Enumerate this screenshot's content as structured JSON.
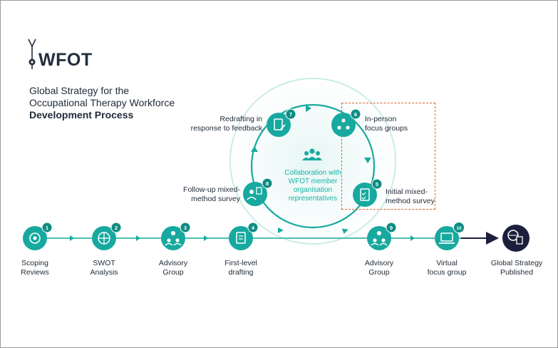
{
  "logo": {
    "text": "WFOT"
  },
  "title": {
    "line1": "Global Strategy for the",
    "line2": "Occupational Therapy Workforce",
    "line3": "Development Process"
  },
  "center": {
    "line1": "Collaboration with",
    "line2": "WFOT member",
    "line3": "organisation",
    "line4": "representatives"
  },
  "steps": [
    {
      "num": "1",
      "line1": "Scoping",
      "line2": "Reviews",
      "icon": "target-icon"
    },
    {
      "num": "2",
      "line1": "SWOT",
      "line2": "Analysis",
      "icon": "grid-icon"
    },
    {
      "num": "3",
      "line1": "Advisory",
      "line2": "Group",
      "icon": "people-icon"
    },
    {
      "num": "4",
      "line1": "First-level",
      "line2": "drafting",
      "icon": "document-icon"
    },
    {
      "num": "5",
      "line1": "Initial mixed-",
      "line2": "method survey",
      "icon": "clipboard-icon"
    },
    {
      "num": "6",
      "line1": "In-person",
      "line2": "focus groups",
      "icon": "group-icon"
    },
    {
      "num": "7",
      "line1": "Redrafting in",
      "line2": "response to feedback",
      "icon": "edit-document-icon"
    },
    {
      "num": "8",
      "line1": "Follow-up mixed-",
      "line2": "method survey",
      "icon": "survey-icon"
    },
    {
      "num": "9",
      "line1": "Advisory",
      "line2": "Group",
      "icon": "people-icon"
    },
    {
      "num": "10",
      "line1": "Virtual",
      "line2": "focus group",
      "icon": "laptop-icon"
    },
    {
      "num": "",
      "line1": "Global Strategy",
      "line2": "Published",
      "icon": "globe-document-icon"
    }
  ],
  "colors": {
    "teal": "#17a99f",
    "teal_dark": "#0f8c83",
    "navy": "#1b1f3b",
    "highlight": "#d9662b",
    "text": "#1f2a36"
  }
}
